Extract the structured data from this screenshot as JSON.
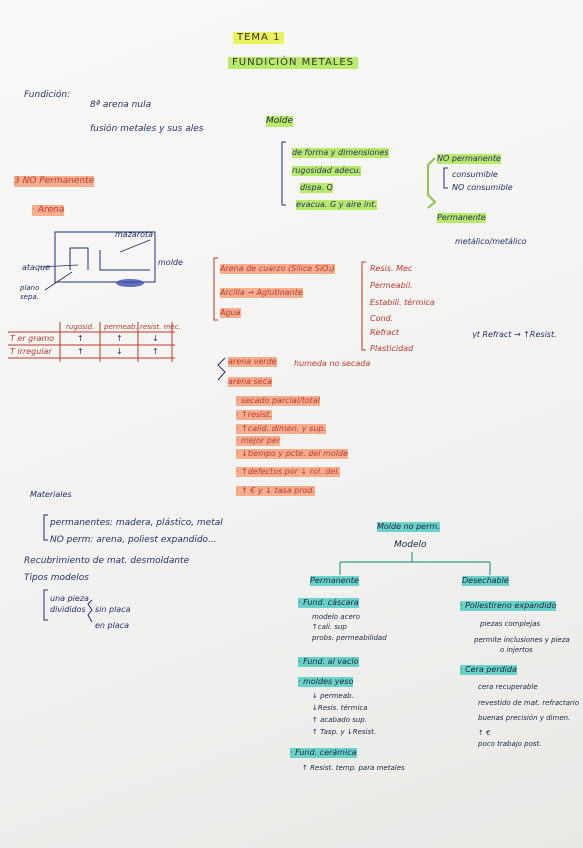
{
  "header": {
    "tema": "TEMA 1",
    "fundicion": "FUNDICIÓN METALES"
  },
  "intro": {
    "label": "Fundición:",
    "line1": "8ª arena nula",
    "line2": "fusión metales y sus ales"
  },
  "molde": {
    "title": "Molde",
    "items": [
      "de forma y dimensiones",
      "rugosidad adecu.",
      "dispa. Q",
      "evacua. G y aire int."
    ],
    "no_permanente": "NO permanente",
    "no_perm_items": [
      "consumible",
      "NO consumible"
    ],
    "permanente": "Permanente",
    "perm_item": "metálico/metálico"
  },
  "no_permanente_section": {
    "title": "3 NO Permanente",
    "arena": "· Arena",
    "mazarota": "mazarota",
    "molde_label": "molde",
    "ataque": "ataque",
    "plano_sepa": "plano sepa.",
    "table_labels": {
      "regular": "T er gramo",
      "irregular": "T irregular"
    },
    "table_headers": [
      "rugosid.",
      "permeab.",
      "resist. mec."
    ],
    "table_rows": [
      [
        "↑",
        "↑",
        "↓"
      ],
      [
        "↑",
        "↓",
        "↑"
      ]
    ]
  },
  "composition": {
    "items": [
      "Arena de cuarzo (Sílice SiO₂)",
      "Arcilla → Aglutinante",
      "Agua"
    ],
    "props": [
      "Resis. Mec",
      "Permeabil.",
      "Estabili. térmica",
      "Cond.",
      "Refract",
      "Plasticidad"
    ],
    "note": "γt Refract → ↑Resist."
  },
  "arenas": {
    "verde": "arena verde",
    "verde_note": "humeda no secada",
    "seca": "arena seca",
    "seca_items": [
      "· secado parcial/total",
      "· ↑resist.",
      "· ↑calid. dimen. y sup.",
      "· mejor per",
      "· ↓tiempo y pcte. del molde",
      "· ↑defectos por ↓ rol. del.",
      "· ↑ € y ↓ tasa prod."
    ]
  },
  "materiales": {
    "title": "Materiales",
    "perm": "permanentes: madera, plástico, metal",
    "no_perm": "NO perm: arena, poliest expandido...",
    "recubrim": "Recubrimiento de mat. desmoldante",
    "tipos": "Tipos modelos",
    "tipo1": "una pieza",
    "tipo2": "divididos",
    "sin_placa": "sin placa",
    "en_placa": "en placa"
  },
  "tree": {
    "heading": "Molde no perm.",
    "root": "Modelo",
    "left": "Permanente",
    "right": "Desechable",
    "left_items": [
      {
        "head": "· Fund. cáscara",
        "sub": [
          "modelo acero",
          "↑cali. sup",
          "probs. permeabilidad"
        ]
      },
      {
        "head": "· Fund. al vacío",
        "sub": []
      },
      {
        "head": "· moldes yeso",
        "sub": [
          "↓ permeab.",
          "↓Resis. térmica",
          "↑ acabado sup.",
          "↑ Tasp. y ↓Resist."
        ]
      },
      {
        "head": "· Fund. cerámica",
        "sub": [
          "↑ Resist. temp. para metales"
        ]
      }
    ],
    "right_items": [
      {
        "head": "· Poliestireno expandido",
        "sub": [
          "piezas complejas",
          "permite inclusiones y pieza",
          "o injertos"
        ]
      },
      {
        "head": "· Cera perdida",
        "sub": [
          "cera recuperable",
          "revestido de mat. refractario",
          "buenas precisión y dimen.",
          "↑ €",
          "poco trabajo post."
        ]
      }
    ]
  }
}
